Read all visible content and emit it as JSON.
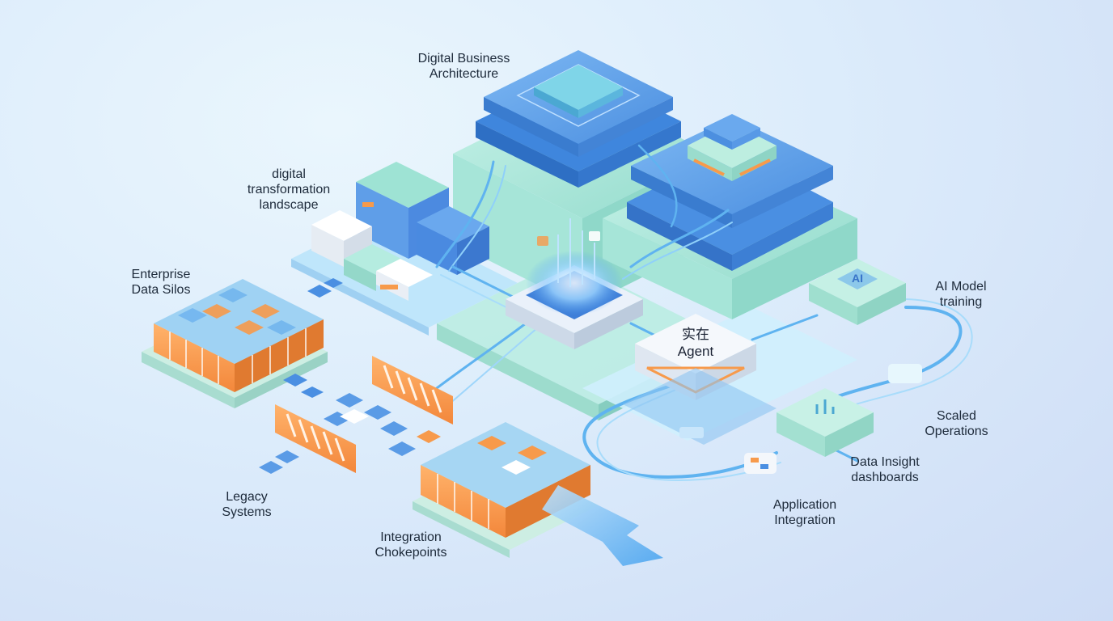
{
  "labels": {
    "digital_business_architecture": [
      "Digital Business",
      "Architecture"
    ],
    "digital_transformation_landscape": [
      "digital",
      "transformation",
      "landscape"
    ],
    "enterprise_data_silos": [
      "Enterprise",
      "Data Silos"
    ],
    "legacy_systems": [
      "Legacy",
      "Systems"
    ],
    "integration_chokepoints": [
      "Integration",
      "Chokepoints"
    ],
    "ai_model_training": [
      "AI Model",
      "training"
    ],
    "scaled_operations": [
      "Scaled",
      "Operations"
    ],
    "data_insight_dashboards": [
      "Data Insight",
      "dashboards"
    ],
    "application_integration": [
      "Application",
      "Integration"
    ],
    "agent": [
      "实在",
      "Agent"
    ],
    "ai_badge": "AI"
  },
  "colors": {
    "blue_tile": "#4a90e2",
    "light_blue_tile": "#8cc4f2",
    "teal_tile": "#9fe3d6",
    "orange_block": "#f79a4b",
    "white_block": "#f4f7fb",
    "flow_line": "#5fb3f0"
  }
}
